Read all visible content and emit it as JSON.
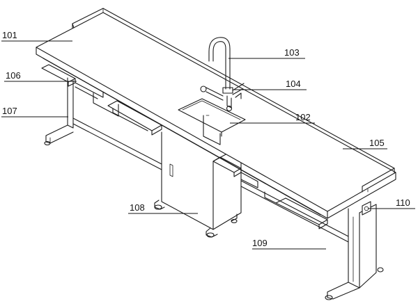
{
  "labels": {
    "l101": "101",
    "l102": "102",
    "l103": "103",
    "l104": "104",
    "l105": "105",
    "l106": "106",
    "l107": "107",
    "l108": "108",
    "l109": "109",
    "l110": "110"
  }
}
